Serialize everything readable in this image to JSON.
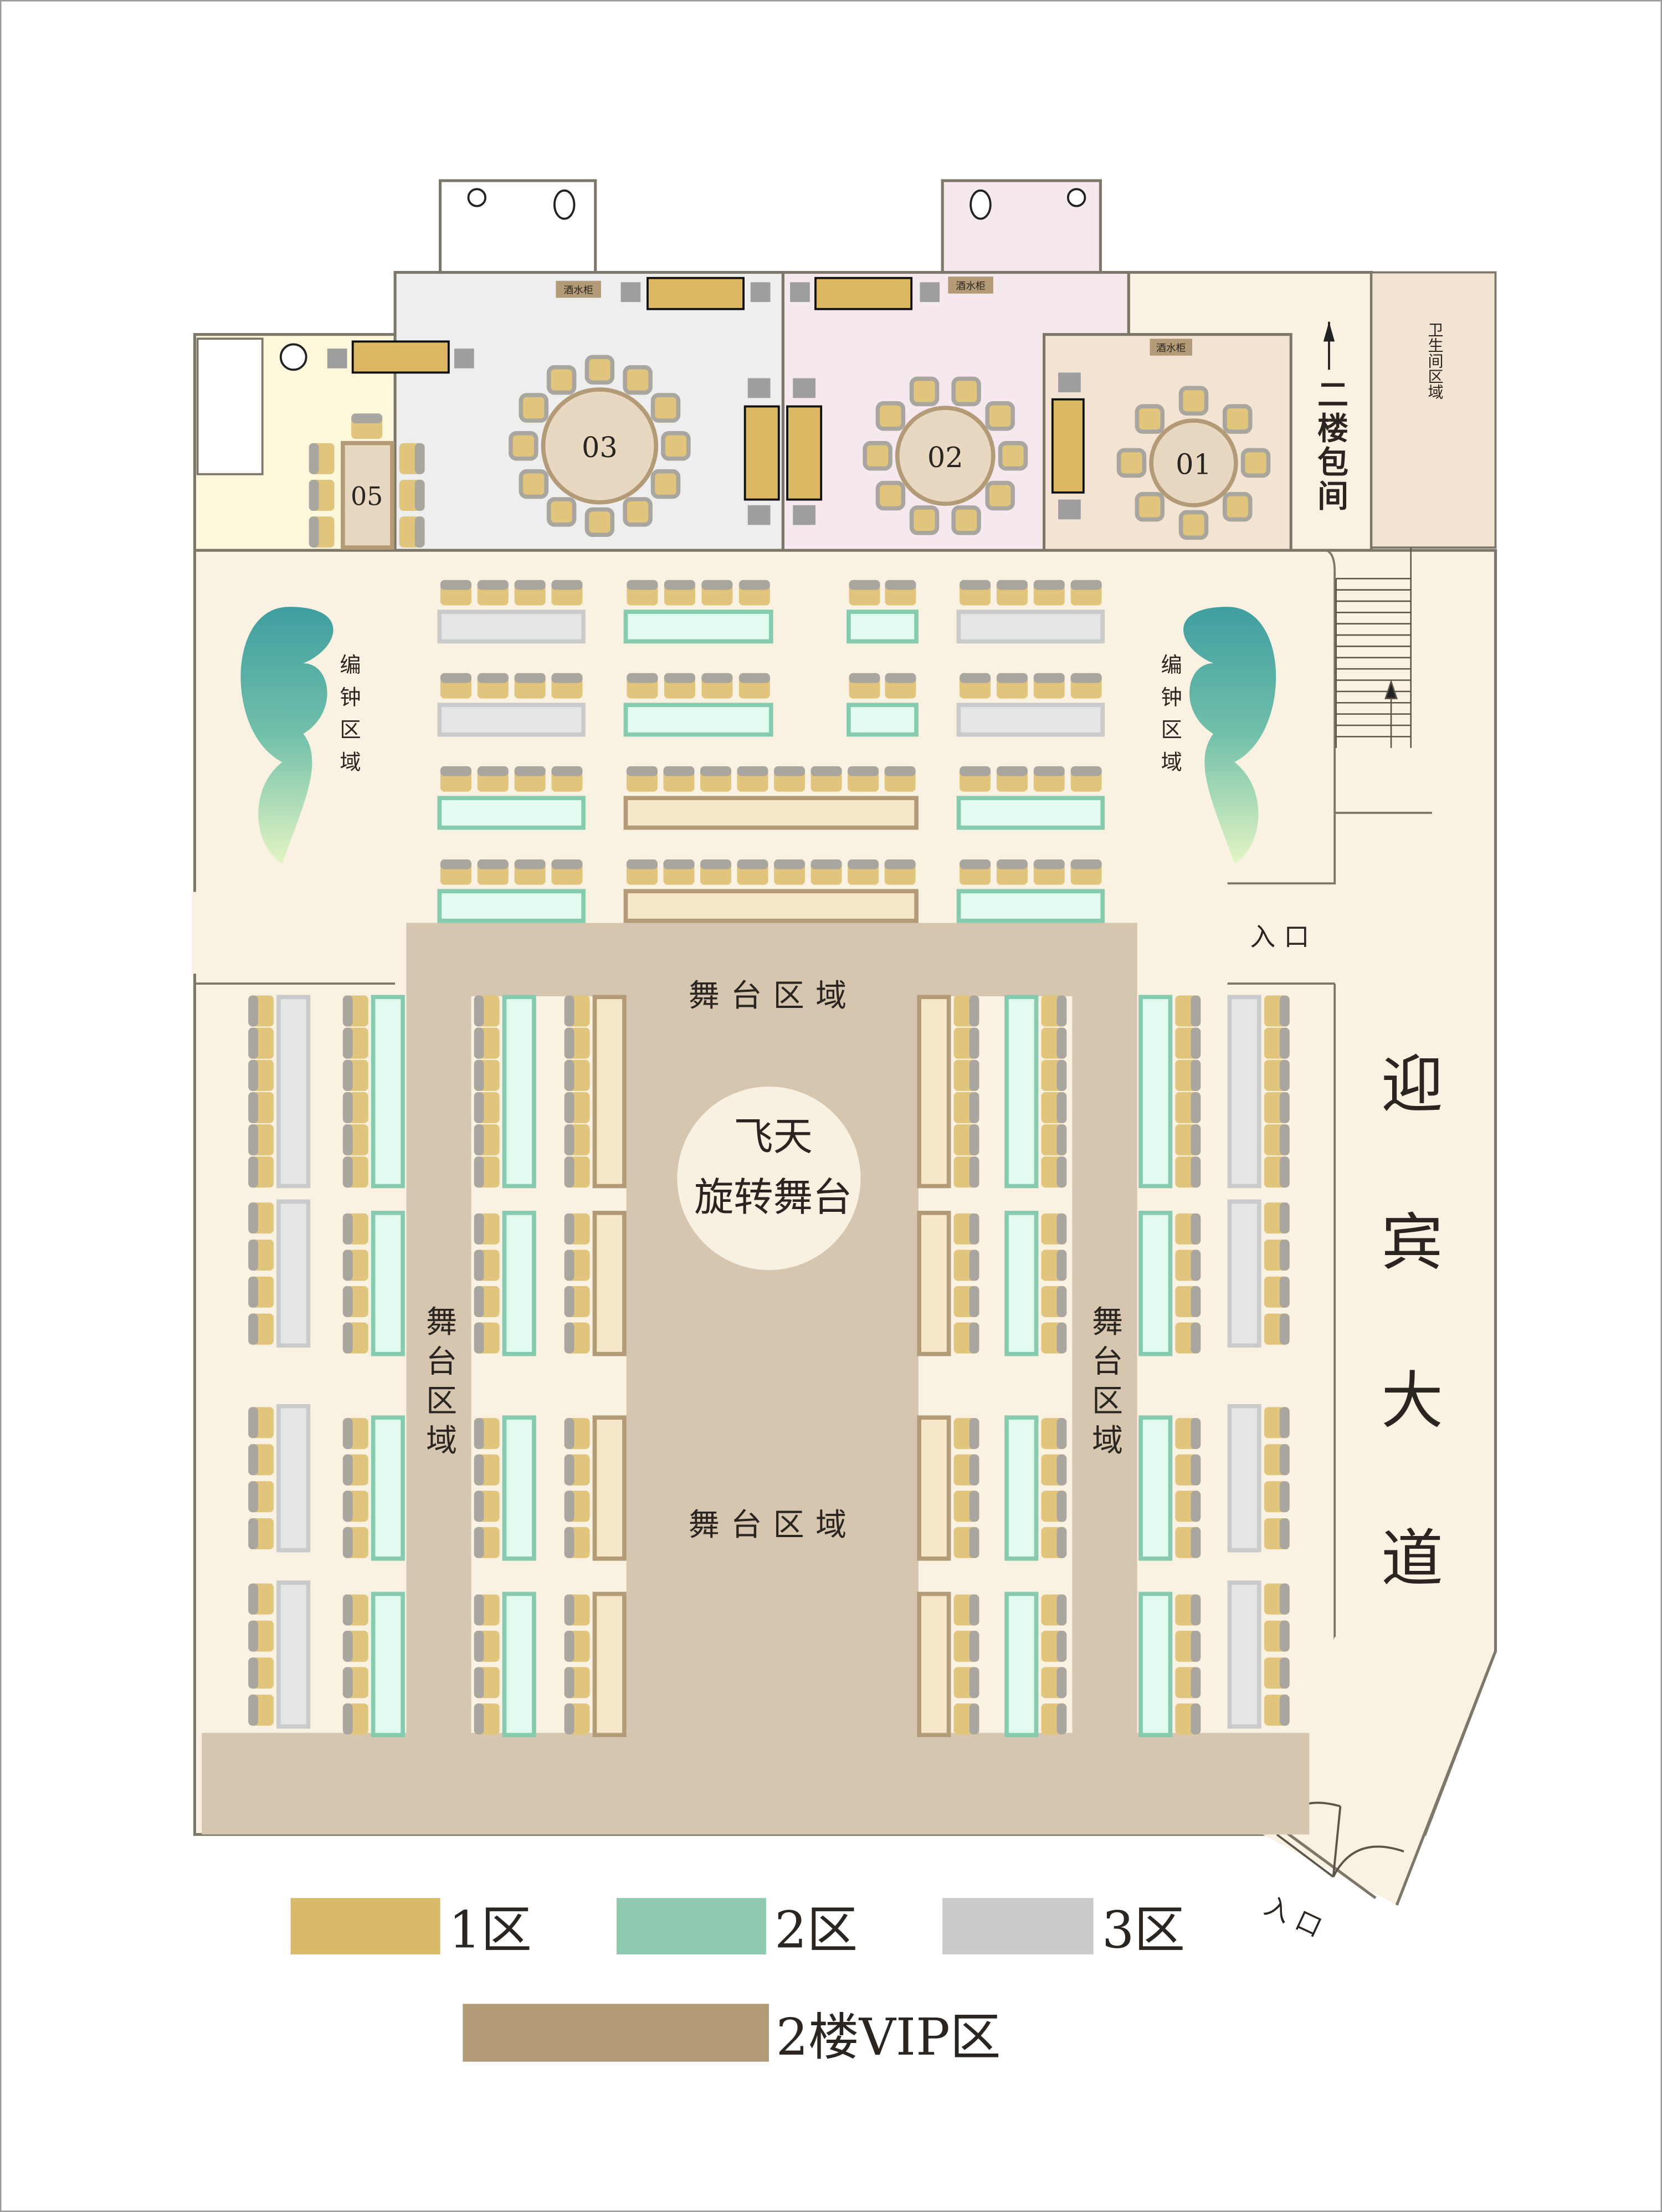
{
  "rooms": {
    "r01": "01",
    "r02": "02",
    "r03": "03",
    "r05": "05",
    "wine_cabinet": "酒水柜",
    "second_floor_rooms": "二楼包间",
    "restroom_area": "卫生间区域"
  },
  "hall": {
    "chime_area": "编钟区域",
    "stage_area": "舞台区域",
    "rotating_stage_line1": "飞天",
    "rotating_stage_line2": "旋转舞台",
    "entrance": "入口",
    "welcome_avenue": "迎宾大道"
  },
  "legend": [
    {
      "label": "1区",
      "color": "#d9b96a"
    },
    {
      "label": "2区",
      "color": "#8ecab0"
    },
    {
      "label": "3区",
      "color": "#cbcbcb"
    },
    {
      "label": "2楼VIP区",
      "color": "#b39b77"
    }
  ],
  "zone_colors": {
    "1": {
      "fill": "#f6e7c9",
      "stroke": "#b39b77"
    },
    "2": {
      "fill": "#e2fbf1",
      "stroke": "#86cbb0"
    },
    "3": {
      "fill": "#e4e6e6",
      "stroke": "#c9cbcb"
    }
  },
  "colors": {
    "hall": "#f9f2e2",
    "stage": "#d6c6b0",
    "wall": "#7d776a",
    "room01": "#f3e3d3",
    "room02": "#f5e9ef",
    "room03": "#eeeeee",
    "room05": "#fdf8dc"
  }
}
